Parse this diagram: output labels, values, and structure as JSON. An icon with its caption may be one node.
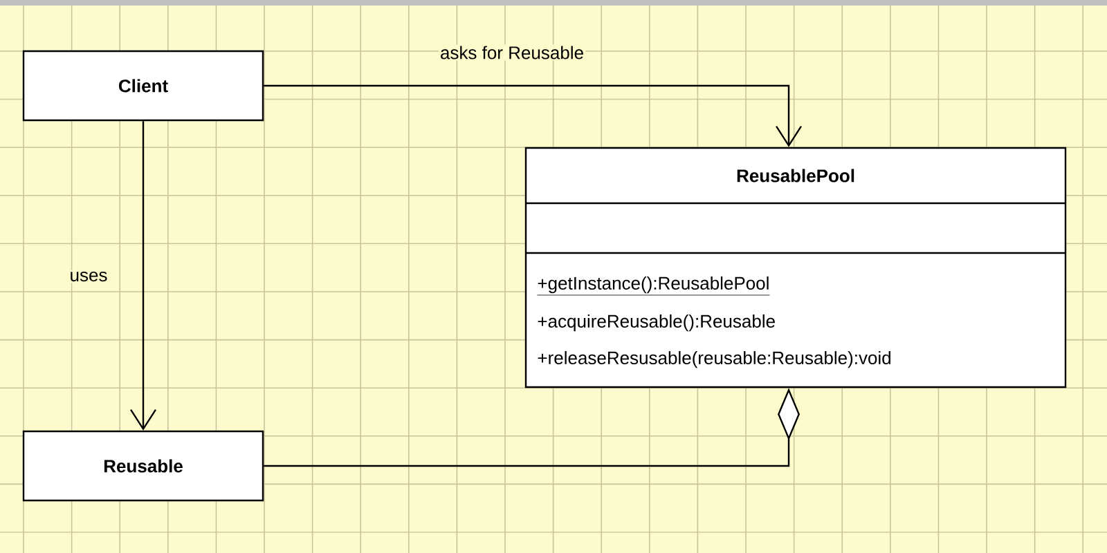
{
  "diagram": {
    "nodes": [
      {
        "text": [
          "Client"
        ]
      },
      {
        "text": [
          "ReusablePool",
          "+getInstance():ReusablePool",
          "+acquireReusable():Reusable",
          "+releaseResusable(reusable:Reusable):void"
        ]
      },
      {
        "text": [
          "Reusable"
        ]
      }
    ],
    "edges": [
      {
        "from": 0,
        "to": 1,
        "arrow": "to",
        "label": "asks for Reusable"
      },
      {
        "from": 0,
        "to": 2,
        "arrow": "to",
        "label": "uses"
      },
      {
        "from": 2,
        "to": 1,
        "arrow": "other"
      }
    ]
  }
}
